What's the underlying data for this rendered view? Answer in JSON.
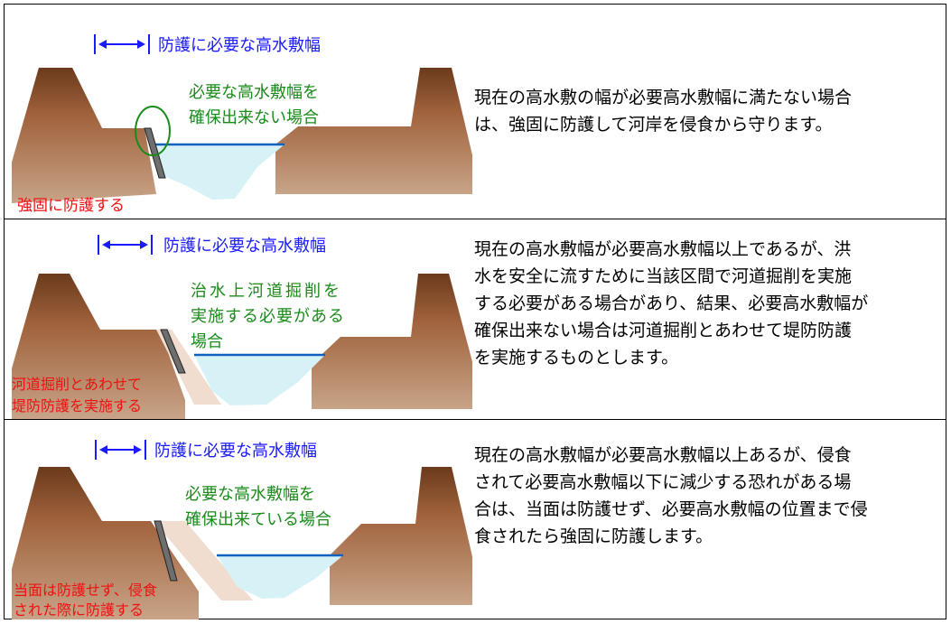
{
  "rows": [
    {
      "width_label": "防護に必要な高水敷幅",
      "condition_lines": [
        "必要な高水敷幅を",
        "確保出来ない場合"
      ],
      "action_lines": [
        "強固に防護する"
      ],
      "description_lines": [
        "現在の高水敷の幅が必要高水敷幅に満たない場合",
        "は、強固に防護して河岸を侵食から守ります。"
      ]
    },
    {
      "width_label": "防護に必要な高水敷幅",
      "condition_lines": [
        "治水上河道掘削を",
        "実施する必要がある",
        "場合"
      ],
      "action_lines": [
        "河道掘削とあわせて",
        "堤防防護を実施する"
      ],
      "description_lines": [
        "現在の高水敷幅が必要高水敷幅以上であるが、洪",
        "水を安全に流すために当該区間で河道掘削を実施",
        "する必要がある場合があり、結果、必要高水敷幅が",
        "確保出来ない場合は河道掘削とあわせて堤防防護",
        "を実施するものとします。"
      ]
    },
    {
      "width_label": "防護に必要な高水敷幅",
      "condition_lines": [
        "必要な高水敷幅を",
        "確保出来ている場合"
      ],
      "action_lines": [
        "当面は防護せず、侵食",
        "された際に防護する"
      ],
      "description_lines": [
        "現在の高水敷幅が必要高水敷幅以上あるが、侵食",
        "されて必要高水敷幅以下に減少する恐れがある場",
        "合は、当面は防護せず、必要高水敷幅の位置まで侵",
        "食されたら強固に防護します。"
      ]
    }
  ],
  "colors": {
    "bank": "#a0623c",
    "bank_dark": "#5a3318",
    "water": "#d6f2f7",
    "water_line": "#1060c0",
    "excavated": "#f0ddd0",
    "revetment": "#6e6e6e",
    "arrow": "#1a1aff",
    "condition_text": "#1a8a1a",
    "action_text": "#ee1111",
    "marker_circle": "#1a8a1a"
  }
}
